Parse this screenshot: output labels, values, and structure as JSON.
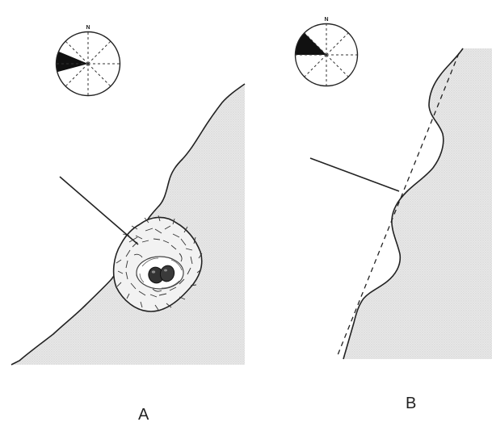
{
  "panels": [
    {
      "id": "A",
      "label": "A",
      "compass_north": "N"
    },
    {
      "id": "B",
      "label": "B",
      "compass_north": "N"
    }
  ],
  "colors": {
    "ink": "#222222",
    "shading": "#e6e6e6",
    "sector_fill": "#111111",
    "nest_fill": "#f2f2f2",
    "egg_fill": "#333333"
  }
}
